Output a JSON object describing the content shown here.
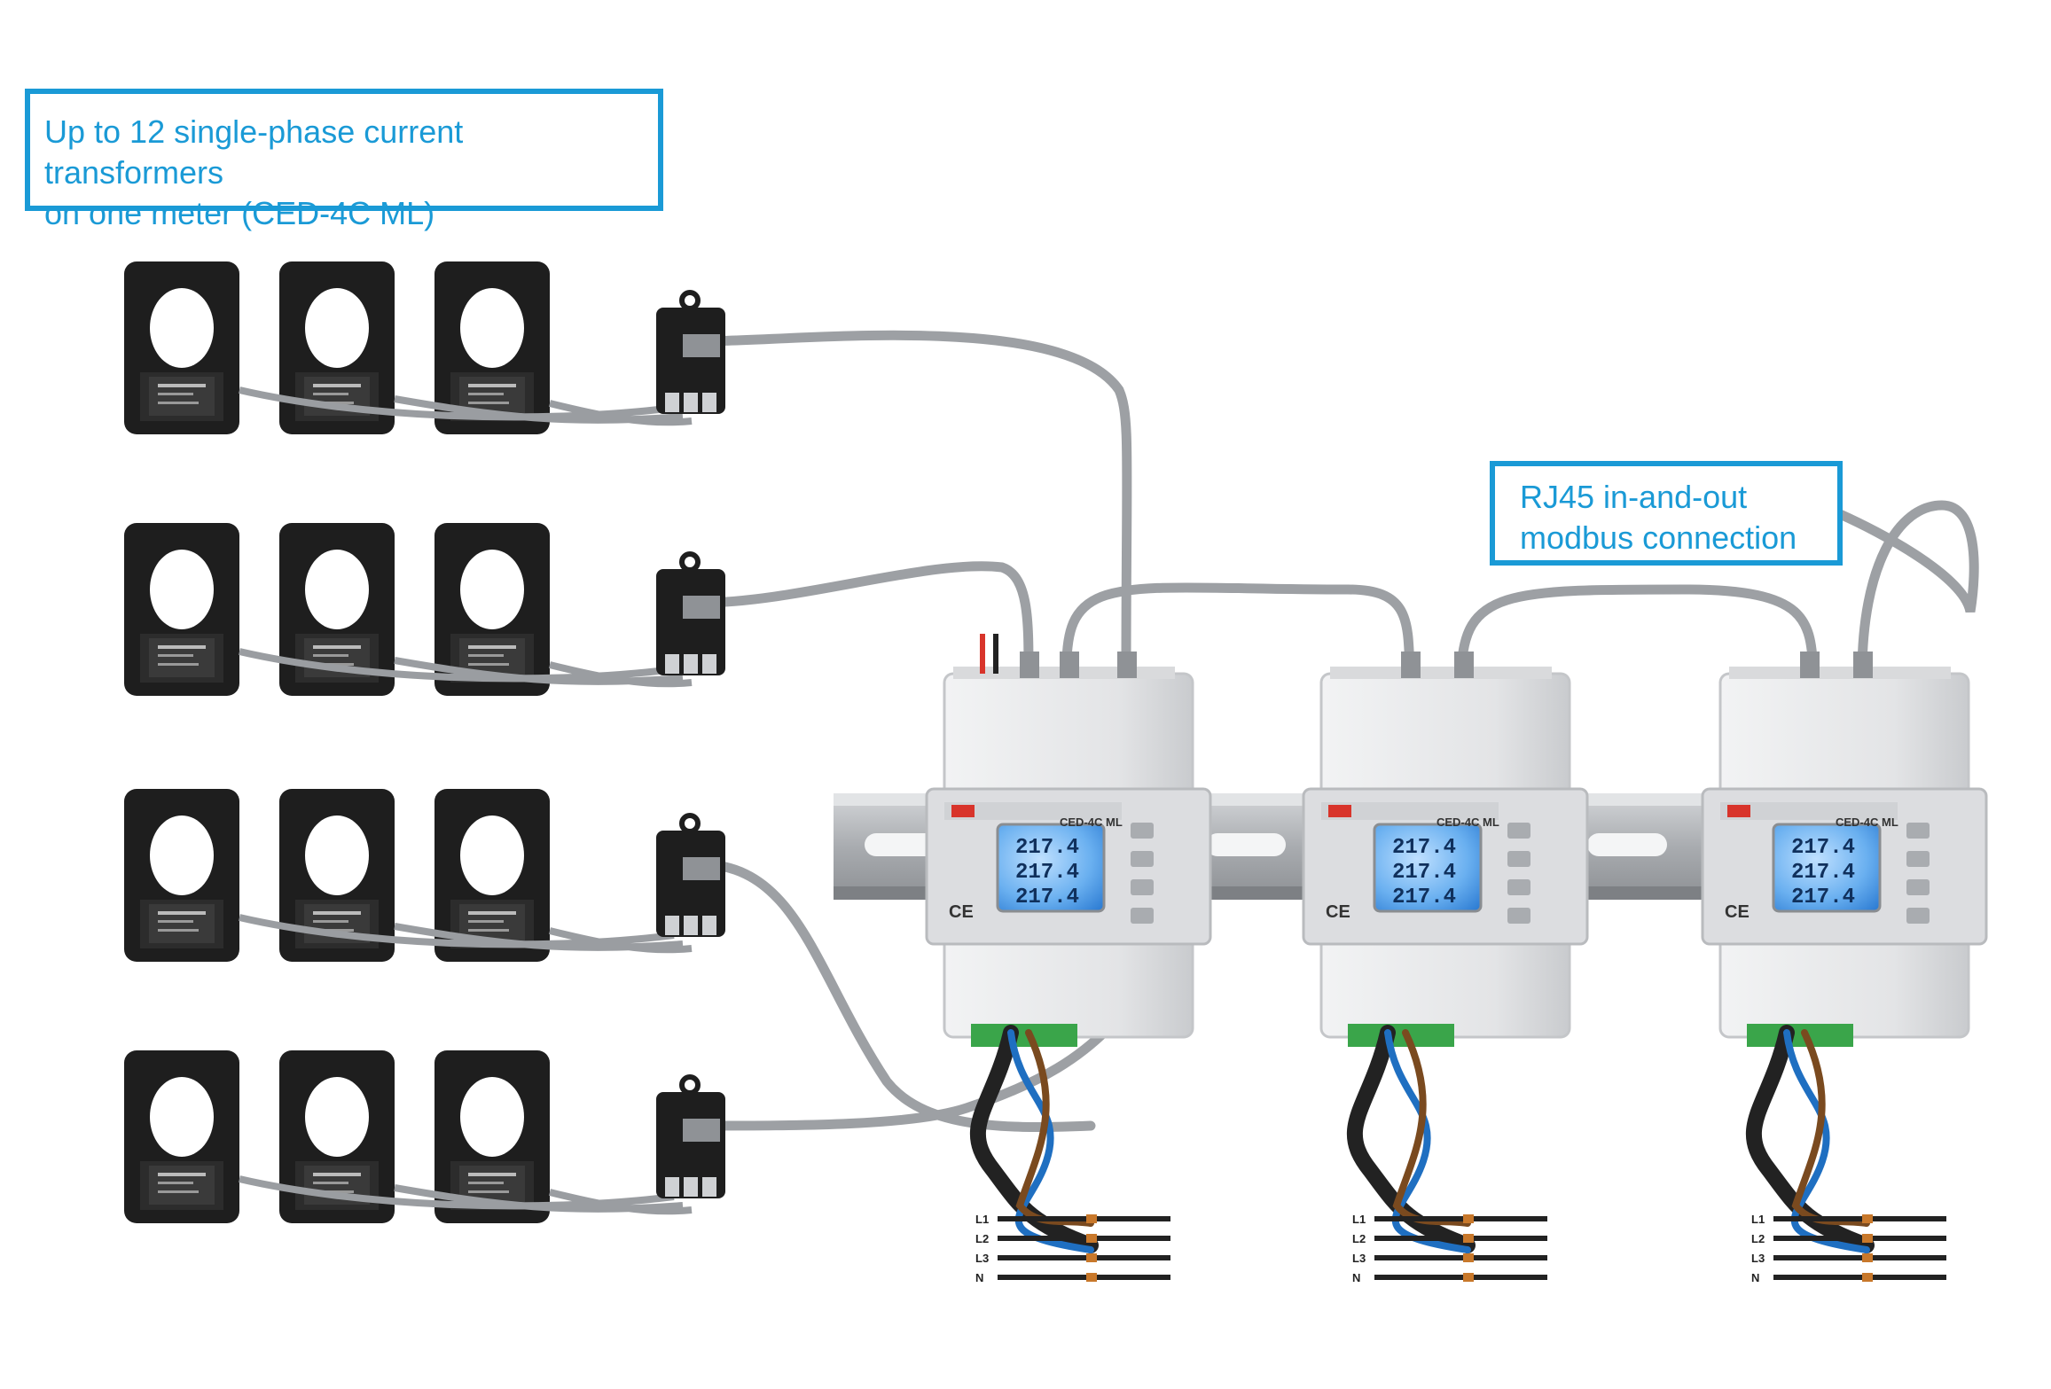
{
  "callouts": {
    "ct_capacity": {
      "line1": "Up to 12 single-phase current transformers",
      "line2": "on one meter (CED-4C ML)"
    },
    "rj45": {
      "line1": "RJ45 in-and-out",
      "line2": "modbus connection"
    }
  },
  "meter": {
    "model": "CED-4C ML",
    "brand": "CE",
    "readings": [
      "217.4",
      "217.4",
      "217.4"
    ]
  },
  "terminal_labels": [
    "L1",
    "L2",
    "L3",
    "N"
  ],
  "colors": {
    "accent_blue": "#1a9ad6",
    "ct_body": "#1e1e1e",
    "meter_body": "#e6e7e9",
    "din_rail": "#b9bcc0",
    "cable_gray": "#9da0a4",
    "lcd_blue": "#3e8ce0",
    "wire_blue": "#1f6fc1",
    "wire_brown": "#7a4a1f",
    "wire_black": "#222222",
    "terminal_green": "#3aa54a"
  }
}
